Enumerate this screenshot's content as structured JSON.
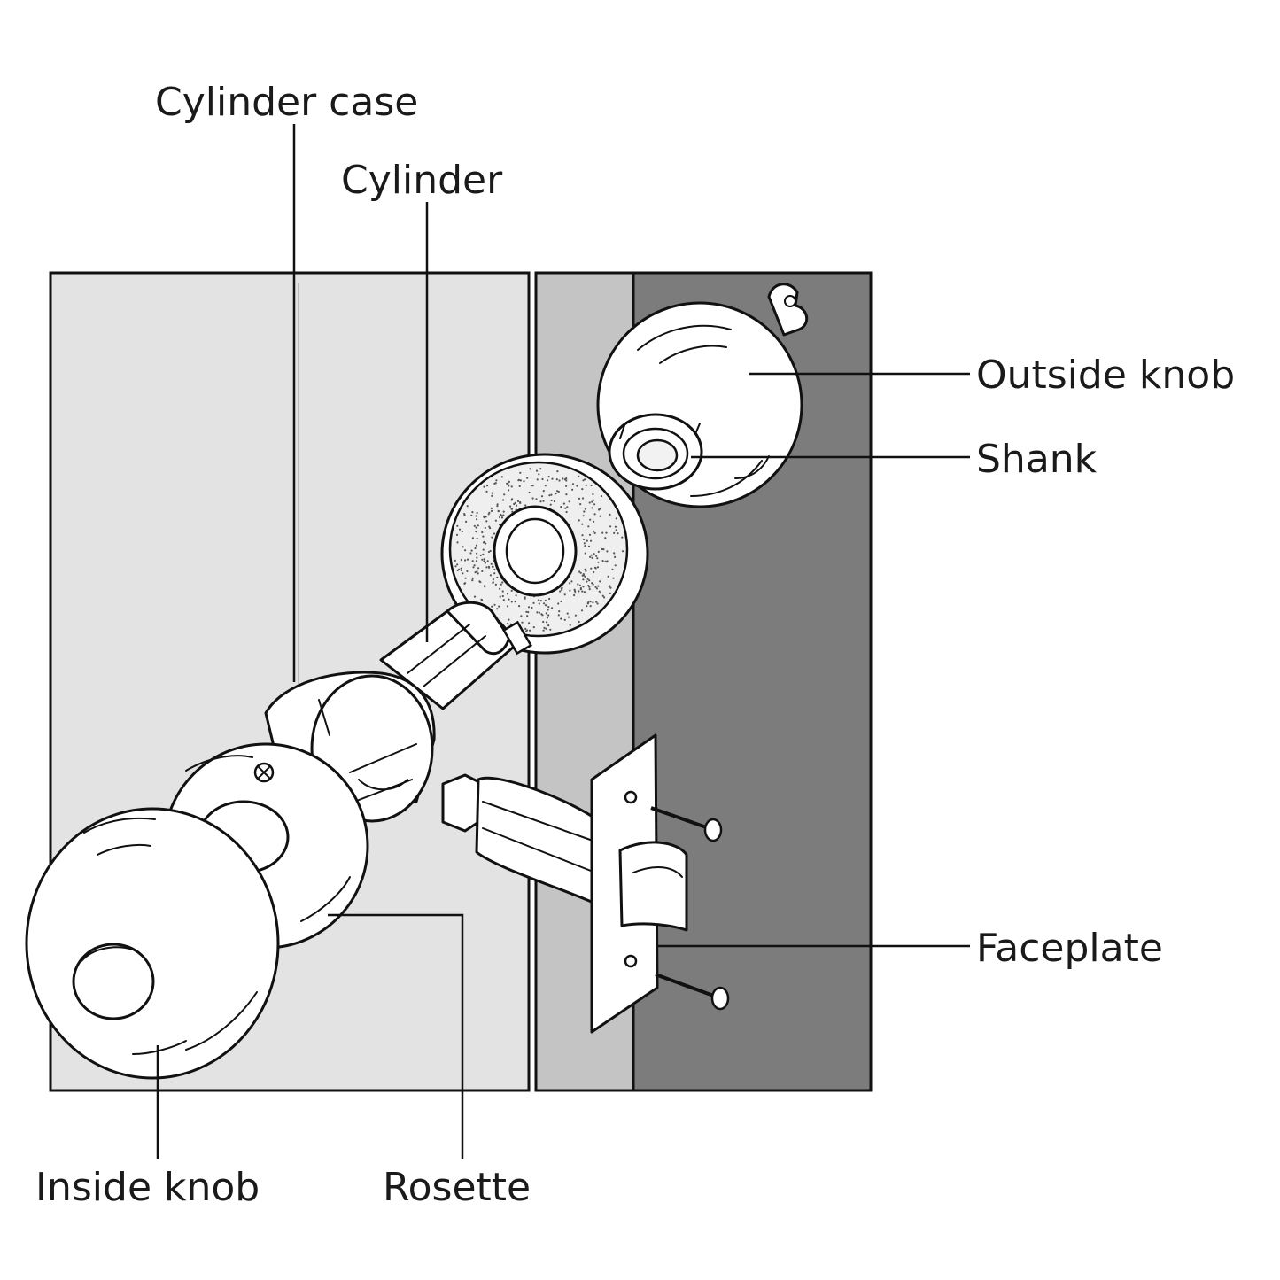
{
  "labels": {
    "cylinder_case": "Cylinder case",
    "cylinder": "Cylinder",
    "outside_knob": "Outside knob",
    "shank": "Shank",
    "faceplate": "Faceplate",
    "inside_knob": "Inside knob",
    "rosette": "Rosette"
  },
  "colors": {
    "door_face": "#e3e3e3",
    "door_edge": "#c4c4c4",
    "door_frame": "#7c7c7c",
    "part_fill": "#ffffff",
    "ink": "#111111"
  }
}
